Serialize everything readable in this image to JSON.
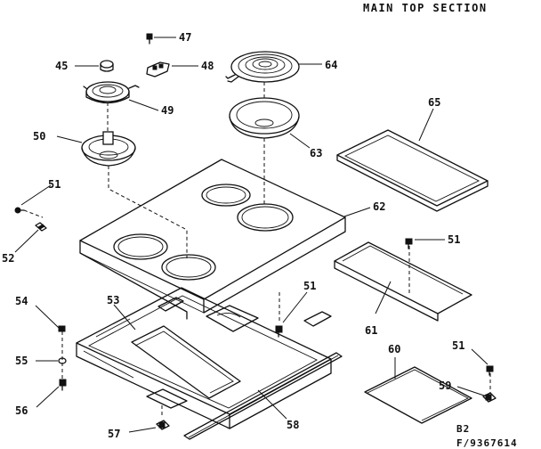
{
  "title": "MAIN TOP SECTION",
  "footer": {
    "line1": "B2",
    "line2": "F/9367614"
  },
  "callouts": {
    "p45": "45",
    "p47": "47",
    "p48": "48",
    "p49": "49",
    "p50": "50",
    "p51a": "51",
    "p51b": "51",
    "p51c": "51",
    "p51d": "51",
    "p52": "52",
    "p53": "53",
    "p54": "54",
    "p55": "55",
    "p56": "56",
    "p57": "57",
    "p58": "58",
    "p59": "59",
    "p60": "60",
    "p61": "61",
    "p62": "62",
    "p63": "63",
    "p64": "64",
    "p65": "65"
  }
}
